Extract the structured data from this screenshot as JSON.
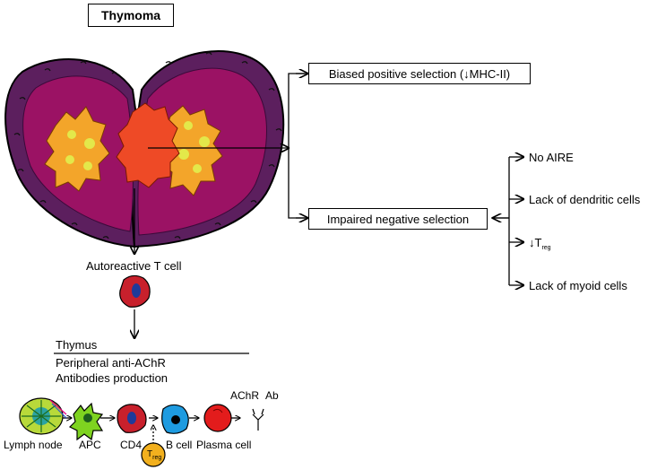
{
  "title": "Thymoma",
  "branches": {
    "biased": "Biased positive selection (↓MHC-II)",
    "impaired": "Impaired negative selection"
  },
  "causes": [
    {
      "label": "No AIRE"
    },
    {
      "label": "Lack of dendritic cells"
    },
    {
      "prefix": "↓T",
      "sub": "reg"
    },
    {
      "label": "Lack of myoid cells"
    }
  ],
  "autoreactive": "Autoreactive T cell",
  "section": {
    "header": "Thymus",
    "line1": "Peripheral anti-AChR",
    "line2": "Antibodies production"
  },
  "pathway": {
    "lymph_node": "Lymph node",
    "apc": "APC",
    "cd4": "CD4",
    "b_cell": "B cell",
    "plasma_cell": "Plasma cell",
    "achr": "AChR",
    "ab": "Ab",
    "treg_prefix": "T",
    "treg_sub": "reg"
  },
  "colors": {
    "capsule": "#5c1f5e",
    "lobule": "#9b1264",
    "medulla": "#f3a52a",
    "hassall": "#e3e84a",
    "tumor": "#ee4a26",
    "tcell": "#c8202c",
    "nucleus": "#1f3a9a",
    "bcell": "#1e9be0",
    "plasma": "#e31c1c",
    "apc": "#7ed320",
    "treg": "#f2b01e"
  }
}
